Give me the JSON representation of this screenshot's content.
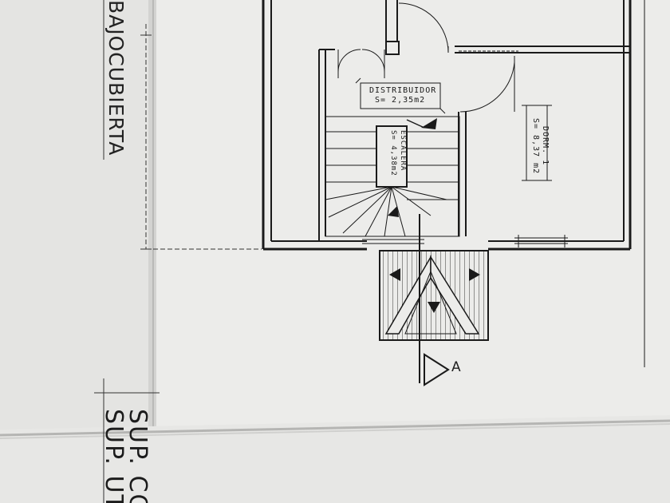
{
  "plan": {
    "side_title": "BAJOCUBIERTA",
    "rooms": {
      "distribuidor": {
        "name": "DISTRIBUIDOR",
        "surface": "S= 2,35m2"
      },
      "escalera": {
        "name": "ESCALERA",
        "surface": "S= 4,38m2"
      },
      "dormitorio": {
        "name": "DORM. 1",
        "surface": "S= 8,37 m2"
      }
    },
    "section_marker": "A",
    "bottom_labels": {
      "line1": "SUP. CO",
      "line2": "SUP. UTI"
    }
  },
  "colors": {
    "paper": "#efefed",
    "ink": "#1a1a1a",
    "fold_shadow": "#c9c9c7"
  },
  "icons": [
    "section-triangle-icon",
    "stair-arrow-icon",
    "door-swing-icon"
  ]
}
